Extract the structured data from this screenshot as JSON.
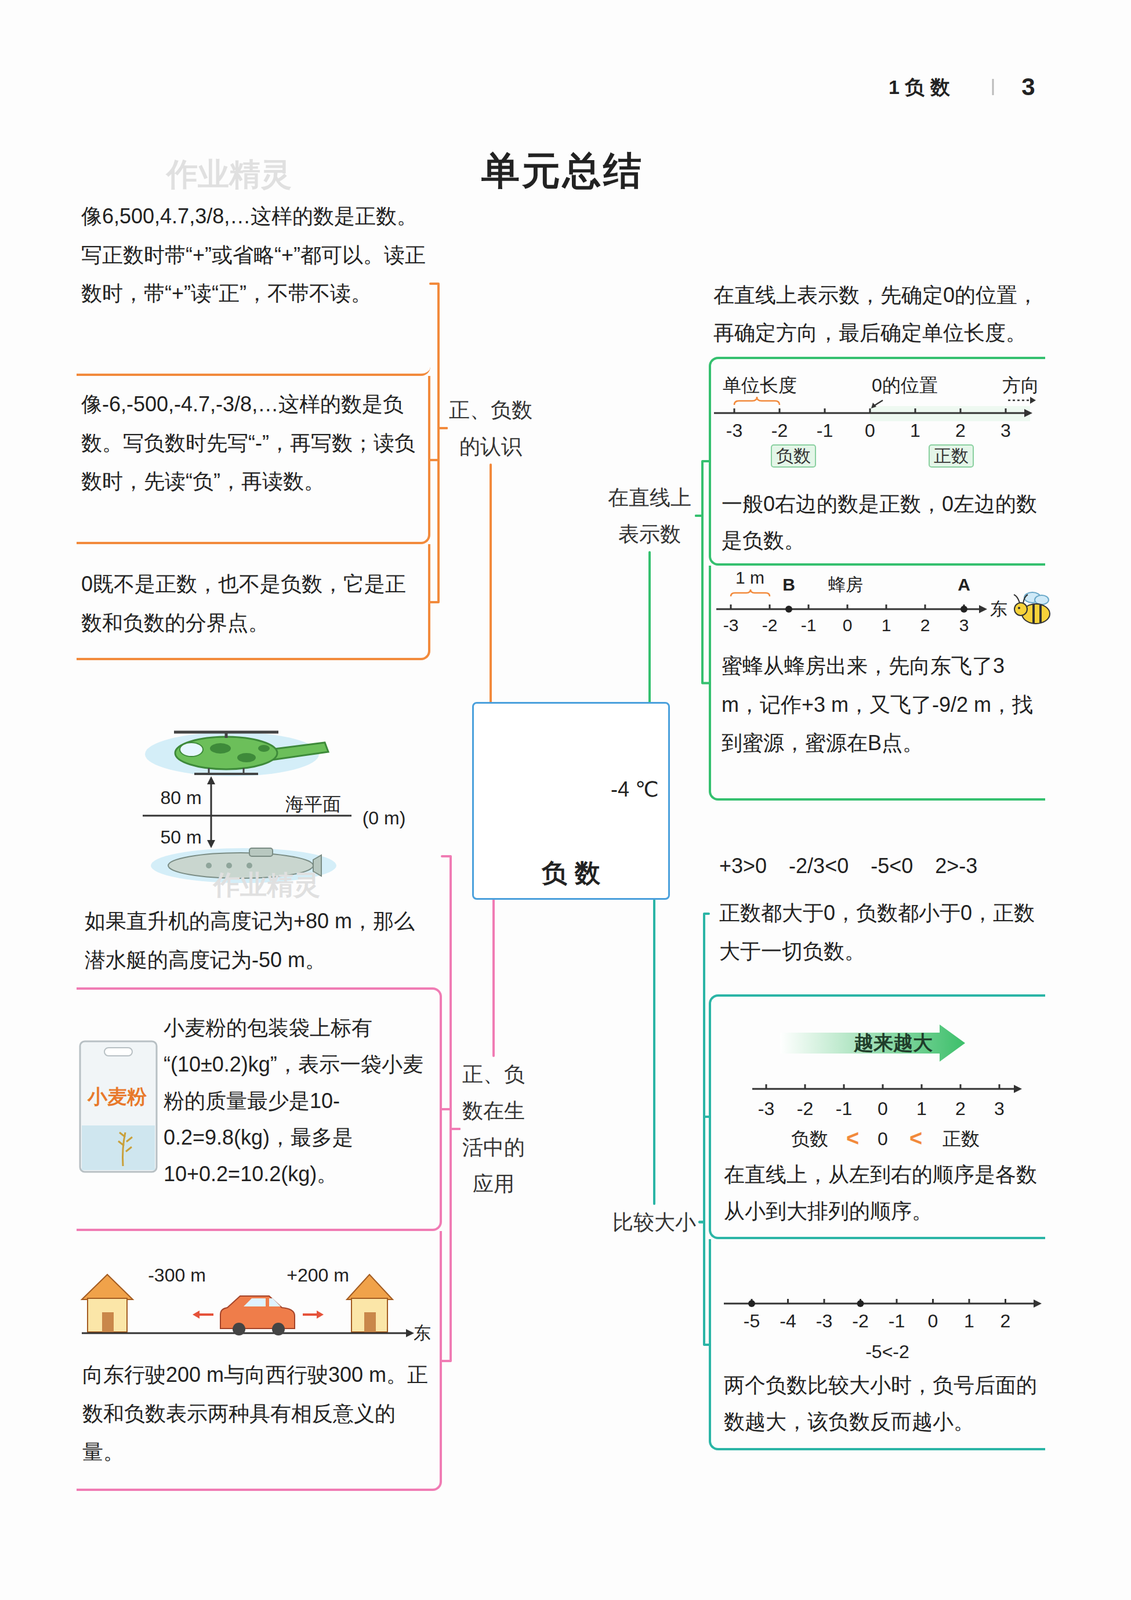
{
  "diagram": {
    "title": "单元总结",
    "nodes": [
      {
        "text": [
          "-4 ℃",
          "负 数"
        ]
      },
      {
        "text": [
          "正、负数的认识"
        ]
      },
      {
        "text": [
          "像6,500,4.7,3/8,…这样的数是正数。写正数时带“+”或省略“+”都可以。读正数时，带“+”读“正”，不带不读。"
        ]
      },
      {
        "text": [
          "像-6,-500,-4.7,-3/8,…这样的数是负数。写负数时先写“-”，再写数；读负数时，先读“负”，再读数。"
        ]
      },
      {
        "text": [
          "0既不是正数，也不是负数，它是正数和负数的分界点。"
        ]
      },
      {
        "text": [
          "在直线上表示数"
        ]
      },
      {
        "text": [
          "在直线上表示数，先确定0的位置，再确定方向，最后确定单位长度。",
          "一般0右边的数是正数，0左边的数是负数。"
        ]
      },
      {
        "text": [
          "蜜蜂从蜂房出来，先向东飞了3 m，记作+3 m，又飞了-9/2 m，找到蜜源，蜜源在B点。"
        ]
      },
      {
        "text": [
          "比较大小"
        ]
      },
      {
        "text": [
          "+3>0 -2/3<0 -5<0 2>-3",
          "正数都大于0，负数都小于0，正数大于一切负数。"
        ]
      },
      {
        "text": [
          "在直线上，从左到右的顺序是各数从小到大排列的顺序。"
        ]
      },
      {
        "text": [
          "两个负数比较大小时，负号后面的数越大，该负数反而越小。"
        ]
      },
      {
        "text": [
          "正、负数在生活中的应用"
        ]
      },
      {
        "text": [
          "如果直升机的高度记为+80 m，那么潜水艇的高度记为-50 m。"
        ]
      },
      {
        "text": [
          "小麦粉的包装袋上标有“(10±0.2)kg”，表示一袋小麦粉的质量最少是10-0.2=9.8(kg)，最多是10+0.2=10.2(kg)。"
        ]
      },
      {
        "text": [
          "向东行驶200 m与向西行驶300 m。正数和负数表示两种具有相反意义的量。"
        ]
      }
    ],
    "edges": [
      {
        "from": 0,
        "to": 1,
        "arrow": "none"
      },
      {
        "from": 1,
        "to": 2,
        "arrow": "none"
      },
      {
        "from": 1,
        "to": 3,
        "arrow": "none"
      },
      {
        "from": 1,
        "to": 4,
        "arrow": "none"
      },
      {
        "from": 0,
        "to": 5,
        "arrow": "none"
      },
      {
        "from": 5,
        "to": 6,
        "arrow": "none"
      },
      {
        "from": 5,
        "to": 7,
        "arrow": "none"
      },
      {
        "from": 0,
        "to": 8,
        "arrow": "none"
      },
      {
        "from": 8,
        "to": 9,
        "arrow": "none"
      },
      {
        "from": 8,
        "to": 10,
        "arrow": "none"
      },
      {
        "from": 8,
        "to": 11,
        "arrow": "none"
      },
      {
        "from": 0,
        "to": 12,
        "arrow": "none"
      },
      {
        "from": 12,
        "to": 13,
        "arrow": "none"
      },
      {
        "from": 12,
        "to": 14,
        "arrow": "none"
      },
      {
        "from": 12,
        "to": 15,
        "arrow": "none"
      }
    ],
    "labels": [
      "1 负 数",
      "3",
      "作业精灵",
      "作业精灵",
      "单位长度",
      "0的位置",
      "方向",
      "-3",
      "-2",
      "-1",
      "0",
      "1",
      "2",
      "3",
      "负数",
      "正数",
      "1 m",
      "B",
      "蜂房",
      "A",
      "-3",
      "-2",
      "-1",
      "0",
      "1",
      "2",
      "3",
      "东",
      "80 m",
      "海平面",
      "(0 m)",
      "50 m",
      "越来越大",
      "-3",
      "-2",
      "-1",
      "0",
      "1",
      "2",
      "3",
      "负数",
      "<",
      "0",
      "<",
      "正数",
      "-5",
      "-4",
      "-3",
      "-2",
      "-1",
      "0",
      "1",
      "2",
      "-5<-2",
      "小麦粉",
      "-300 m",
      "+200 m",
      "东"
    ]
  }
}
